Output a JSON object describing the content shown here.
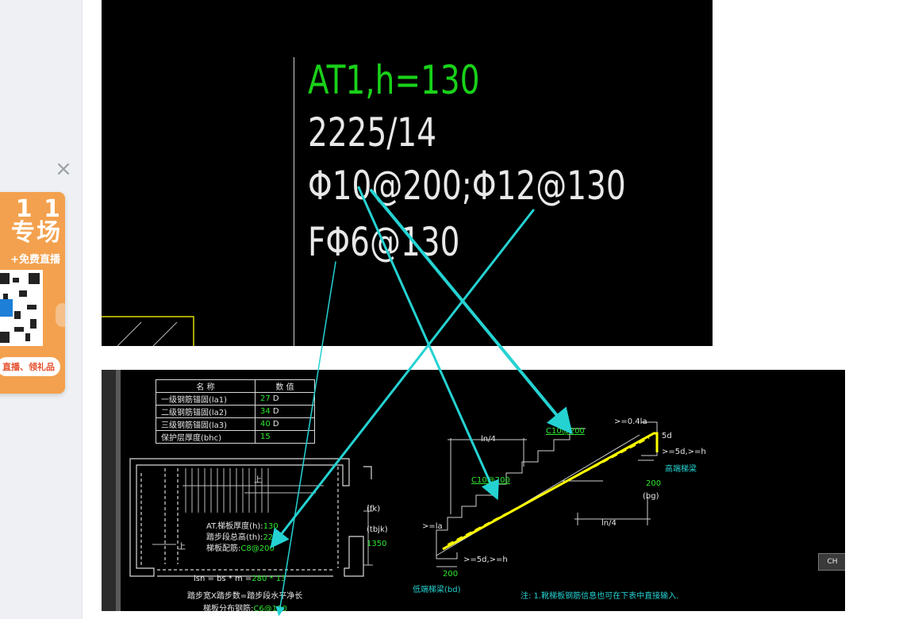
{
  "sidebar": {
    "close_glyph": "×",
    "promo": {
      "headline_top": "1 1",
      "headline": "专场",
      "subline": "+免费直播",
      "bottom_button": "直播、领礼品"
    }
  },
  "drawing_top": {
    "line1": "AT1,h=130",
    "line2": "2225/14",
    "line3": "Φ10@200;Φ12@130",
    "line4": "FΦ6@130"
  },
  "param_table": {
    "headers": [
      "名 称",
      "数 值"
    ],
    "rows": [
      {
        "name": "一级钢筋锚固(la1)",
        "value": "27",
        "unit": "D"
      },
      {
        "name": "二级钢筋锚固(la2)",
        "value": "34",
        "unit": "D"
      },
      {
        "name": "三级钢筋锚固(la3)",
        "value": "40",
        "unit": "D"
      },
      {
        "name": "保护层厚度(bhc)",
        "value": "15",
        "unit": ""
      }
    ]
  },
  "plan": {
    "up_label_1": "上",
    "up_label_2": "上",
    "fk": "(fk)",
    "tbjk": "(tbjk)",
    "tbjk_value": "1350",
    "thickness_label": "AT.梯板厚度(h):",
    "thickness_value": "130",
    "total_height_label": "踏步段总高(th):",
    "total_height_value": "2225",
    "rebar_label": "梯板配筋:",
    "rebar_value": "C8@200",
    "lsn_formula": "lsn = bs * m =",
    "lsn_value": "280 * 13",
    "steps_label": "踏步宽X踏步数=踏步段水平净长",
    "dist_label": "梯板分布钢筋:",
    "dist_value": "C6@130"
  },
  "section": {
    "ln4_a": "ln/4",
    "ln4_b": "ln/4",
    "top_rebar": "C10@200",
    "mid_rebar": "C10@200",
    "anchor_top": ">=0.4la",
    "five_d": "5d",
    "five_d_h": ">=5d,>=h",
    "high_beam": "高端梯梁",
    "dim_200_top": "200",
    "bg": "(bg)",
    "la": ">=la",
    "five_d_h_low": ">=5d,>=h",
    "dim_200_bot": "200",
    "low_beam": "低端梯梁(bd)",
    "note": "注: 1.靴梯板钢筋信息也可在下表中直接输入."
  },
  "ime_badge": "CH",
  "colors": {
    "cad_green": "#19d119",
    "arrow_cyan": "#25d2d2",
    "rebar_yellow": "#ffff00",
    "promo_orange": "#f3a14e"
  }
}
